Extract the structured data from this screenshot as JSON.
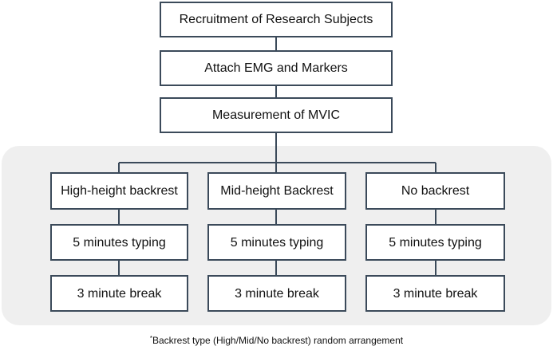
{
  "steps": {
    "recruitment": "Recruitment of Research Subjects",
    "attach": "Attach EMG and Markers",
    "mvic": "Measurement of MVIC"
  },
  "conditions": [
    {
      "label": "High-height backrest",
      "typing": "5 minutes typing",
      "break": "3 minute break"
    },
    {
      "label": "Mid-height Backrest",
      "typing": "5 minutes typing",
      "break": "3 minute break"
    },
    {
      "label": "No backrest",
      "typing": "5 minutes typing",
      "break": "3 minute break"
    }
  ],
  "footnote": {
    "marker": "*",
    "text": "Backrest type (High/Mid/No backrest) random arrangement"
  },
  "colors": {
    "border": "#3b4a5a",
    "panel": "#efefef"
  }
}
